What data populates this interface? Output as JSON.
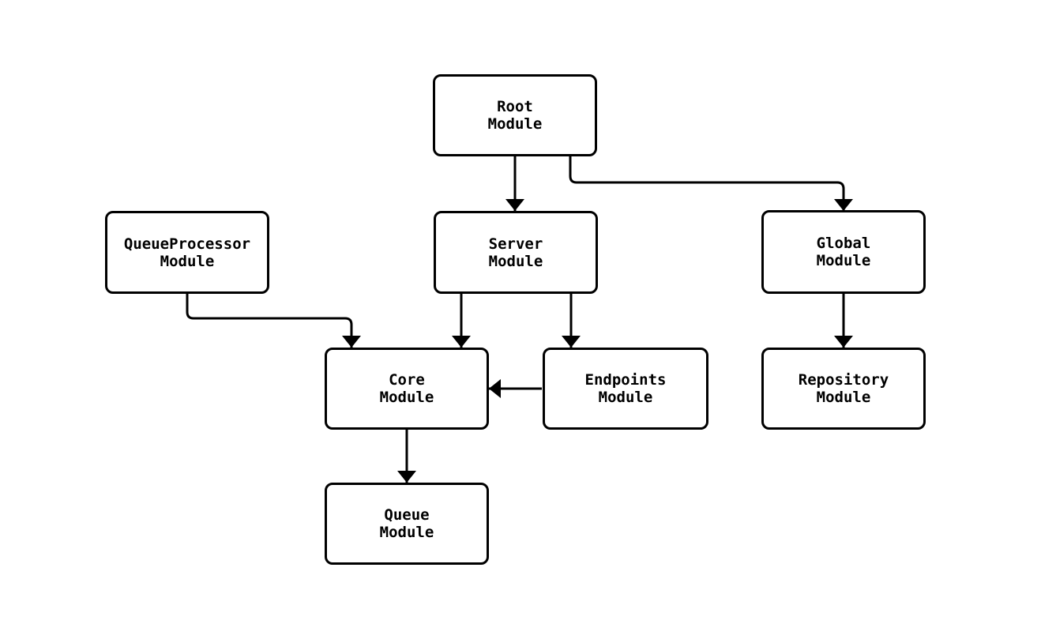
{
  "diagram": {
    "type": "module-dependency-flowchart",
    "colors": {
      "background": "#ffffff",
      "node_fill": "#ffffff",
      "node_border": "#000000",
      "edge_stroke": "#000000",
      "text": "#000000"
    },
    "nodes": {
      "root": {
        "line1": "Root",
        "line2": "Module"
      },
      "queue_processor": {
        "line1": "QueueProcessor",
        "line2": "Module"
      },
      "server": {
        "line1": "Server",
        "line2": "Module"
      },
      "global": {
        "line1": "Global",
        "line2": "Module"
      },
      "core": {
        "line1": "Core",
        "line2": "Module"
      },
      "endpoints": {
        "line1": "Endpoints",
        "line2": "Module"
      },
      "repository": {
        "line1": "Repository",
        "line2": "Module"
      },
      "queue": {
        "line1": "Queue",
        "line2": "Module"
      }
    },
    "edges": [
      {
        "from": "root",
        "to": "server"
      },
      {
        "from": "root",
        "to": "global"
      },
      {
        "from": "queue_processor",
        "to": "core"
      },
      {
        "from": "server",
        "to": "core"
      },
      {
        "from": "server",
        "to": "endpoints"
      },
      {
        "from": "endpoints",
        "to": "core"
      },
      {
        "from": "global",
        "to": "repository"
      },
      {
        "from": "core",
        "to": "queue"
      }
    ]
  }
}
